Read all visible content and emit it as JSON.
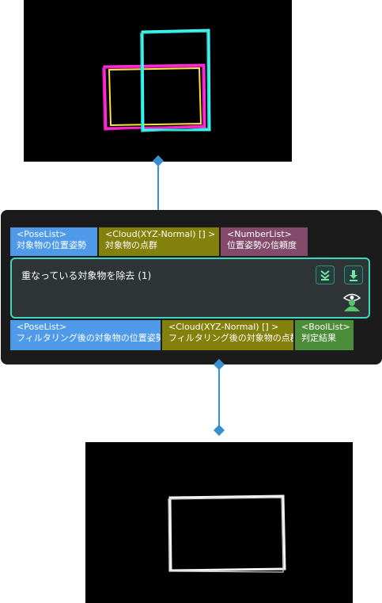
{
  "node": {
    "title": "重なっている対象物を除去 (1)",
    "inputs": [
      {
        "type": "<PoseList>",
        "name": "対象物の位置姿勢",
        "color": "#4f9bea"
      },
      {
        "type": "<Cloud(XYZ-Normal) [] >",
        "name": "対象物の点群",
        "color": "#84800c"
      },
      {
        "type": "<NumberList>",
        "name": "位置姿勢の信頼度",
        "color": "#844a6b"
      }
    ],
    "outputs": [
      {
        "type": "<PoseList>",
        "name": "フィルタリング後の対象物の位置姿勢",
        "color": "#4f9bea"
      },
      {
        "type": "<Cloud(XYZ-Normal) [] >",
        "name": "フィルタリング後の対象物の点群",
        "color": "#84800c"
      },
      {
        "type": "<BoolList>",
        "name": "判定結果",
        "color": "#4c8d3a"
      }
    ],
    "icons": [
      "collapse-icon",
      "download-icon",
      "visibility-icon"
    ]
  },
  "colors": {
    "accent": "#3fd6bf",
    "connector": "#3a8fd0",
    "node_background": "#1b1b1b",
    "body_background": "#2f3436"
  }
}
